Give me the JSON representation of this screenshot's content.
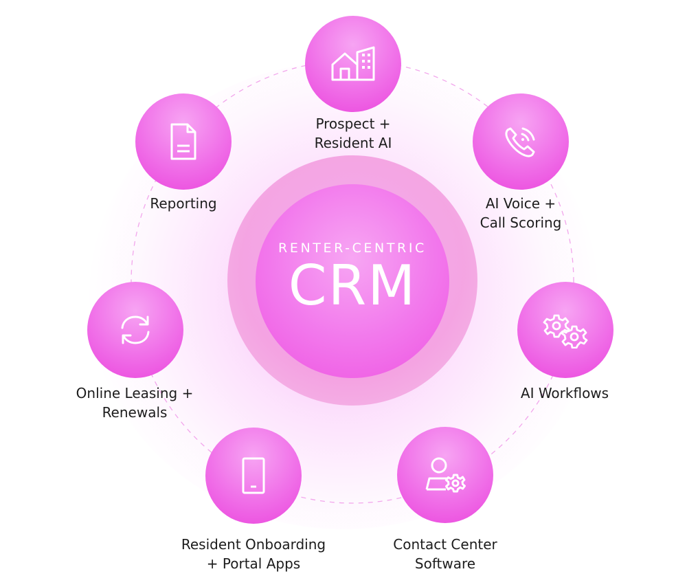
{
  "center": {
    "subtitle": "RENTER-CENTRIC",
    "title": "CRM"
  },
  "nodes": [
    {
      "id": "prospect",
      "icon": "buildings-icon",
      "label_lines": [
        "Prospect +",
        "Resident AI"
      ]
    },
    {
      "id": "voice",
      "icon": "phone-call-icon",
      "label_lines": [
        "AI Voice +",
        "Call Scoring"
      ]
    },
    {
      "id": "workflows",
      "icon": "gears-icon",
      "label_lines": [
        "AI Workflows"
      ]
    },
    {
      "id": "contact",
      "icon": "user-settings-icon",
      "label_lines": [
        "Contact Center",
        "Software"
      ]
    },
    {
      "id": "onboarding",
      "icon": "mobile-phone-icon",
      "label_lines": [
        "Resident Onboarding",
        "+ Portal Apps"
      ]
    },
    {
      "id": "leasing",
      "icon": "refresh-icon",
      "label_lines": [
        "Online Leasing +",
        "Renewals"
      ]
    },
    {
      "id": "reporting",
      "icon": "document-icon",
      "label_lines": [
        "Reporting"
      ]
    }
  ],
  "colors": {
    "node": "#f06fe8",
    "core": "#f277ec",
    "ring_dash": "#f2a6ec",
    "text": "#1c1c1c"
  }
}
